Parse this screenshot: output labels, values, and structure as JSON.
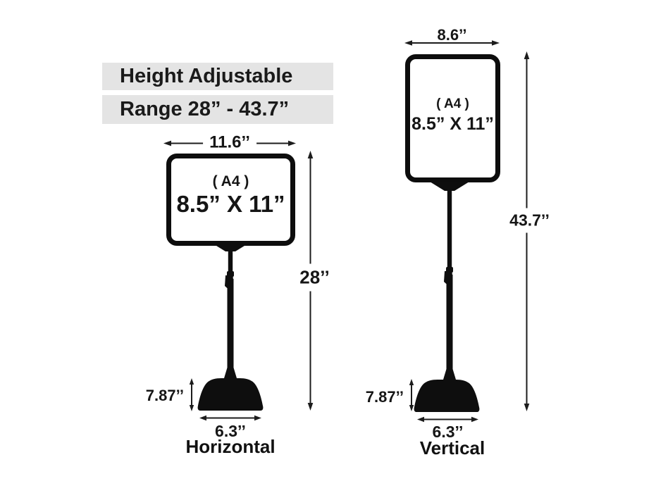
{
  "title": "Height adjustable sign stand dimension diagram",
  "colors": {
    "ink": "#0e0e0e",
    "highlight_bar": "#e4e4e4",
    "background": "#ffffff"
  },
  "header": {
    "line1": "Height Adjustable",
    "line2": "Range 28” - 43.7”"
  },
  "horizontal": {
    "caption": "Horizontal",
    "frame": {
      "format": "( A4 )",
      "size": "8.5” X 11”"
    },
    "dims": {
      "width": "11.6’’",
      "height": "28’’",
      "base_height": "7.87’’",
      "base_width": "6.3’’"
    }
  },
  "vertical": {
    "caption": "Vertical",
    "frame": {
      "format": "( A4 )",
      "size": "8.5” X 11”"
    },
    "dims": {
      "width": "8.6’’",
      "height": "43.7’’",
      "base_height": "7.87’’",
      "base_width": "6.3’’"
    }
  }
}
